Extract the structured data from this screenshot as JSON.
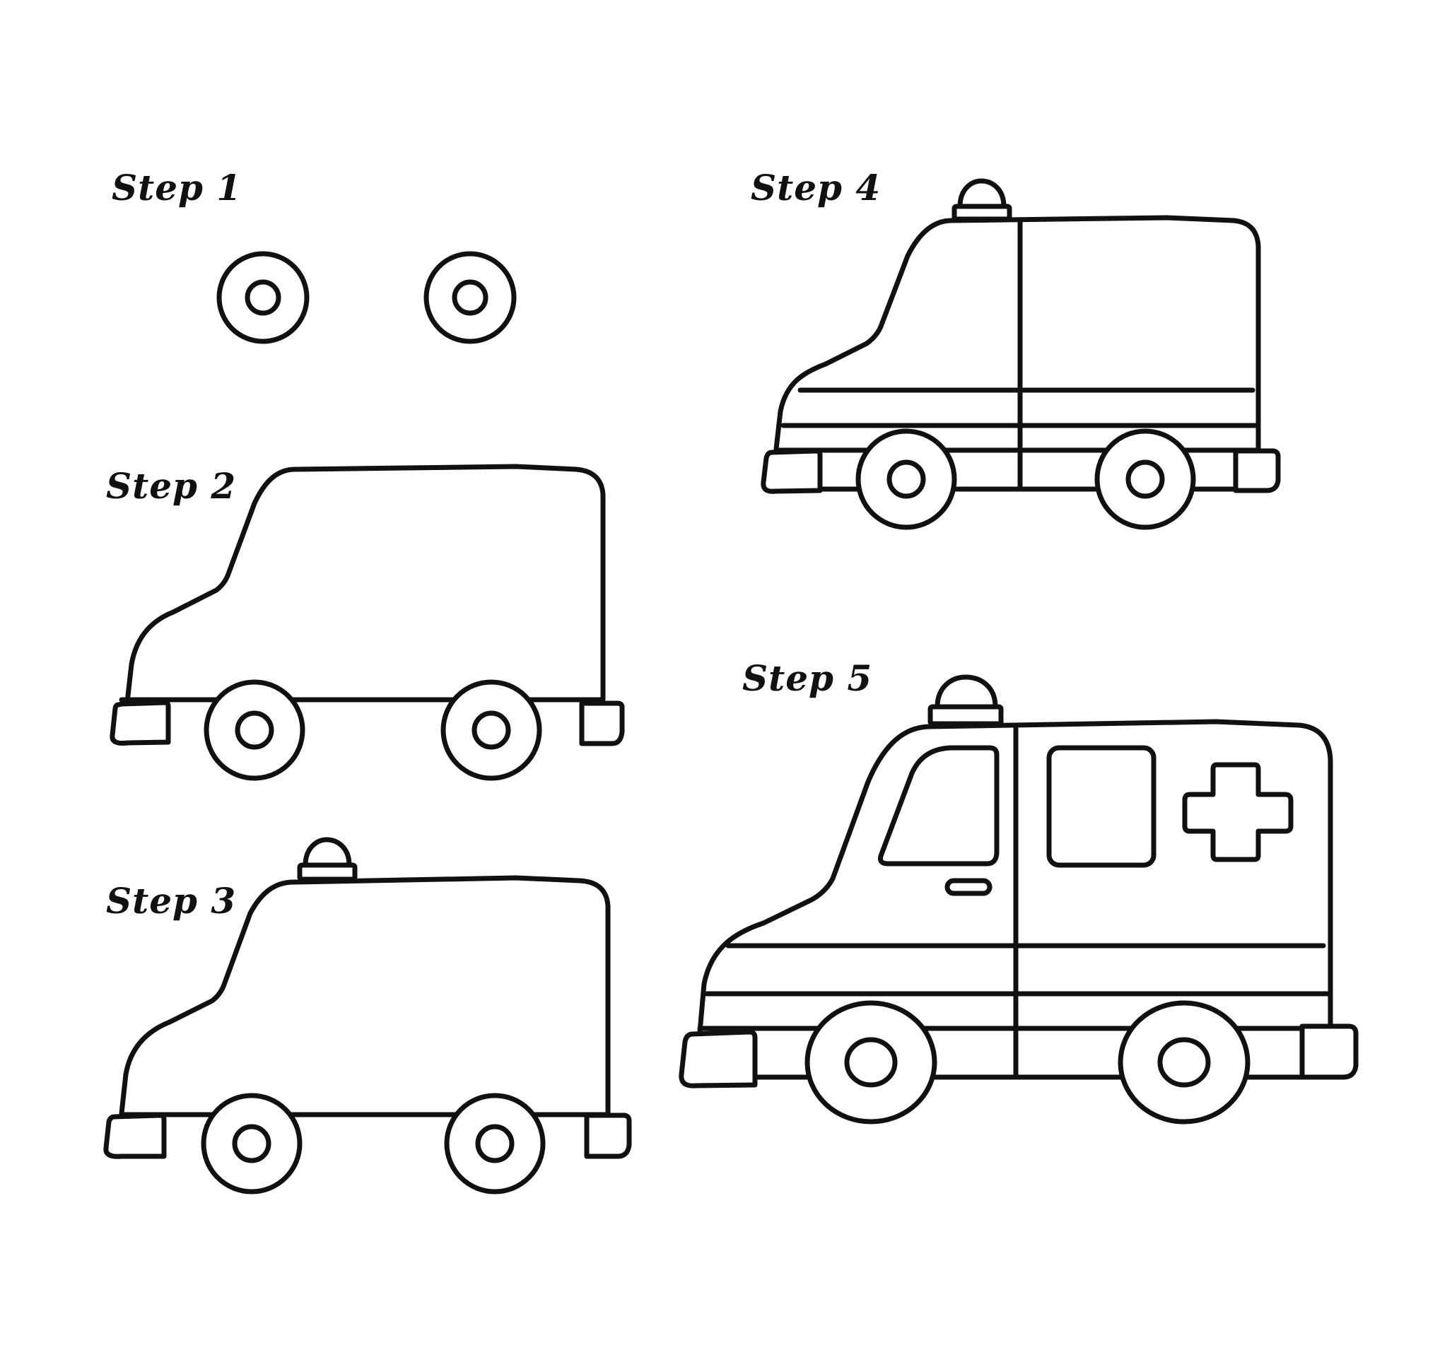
{
  "steps": [
    {
      "label": "Step 1"
    },
    {
      "label": "Step 2"
    },
    {
      "label": "Step 3"
    },
    {
      "label": "Step 4"
    },
    {
      "label": "Step 5"
    }
  ],
  "colors": {
    "background": "#ffffff",
    "line": "#111111"
  },
  "icons": [
    "wheel-icon",
    "siren-light-icon",
    "medical-cross-icon",
    "ambulance-drawing"
  ]
}
